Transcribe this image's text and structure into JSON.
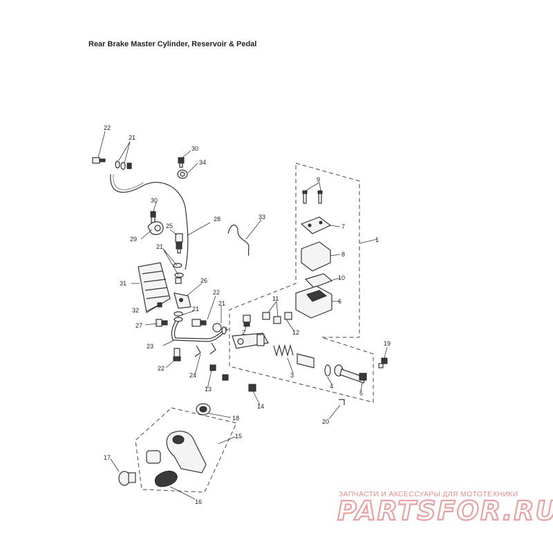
{
  "title": "Rear Brake Master Cylinder, Reservoir & Pedal",
  "callouts": [
    "1",
    "2",
    "3",
    "4",
    "5",
    "6",
    "7",
    "8",
    "9",
    "10",
    "11",
    "12",
    "13",
    "14",
    "15",
    "16",
    "17",
    "18",
    "19",
    "20",
    "21",
    "21",
    "21",
    "21",
    "22",
    "22",
    "22",
    "23",
    "24",
    "25",
    "26",
    "27",
    "28",
    "29",
    "30",
    "30",
    "31",
    "32",
    "33",
    "34"
  ],
  "watermark": {
    "tagline": "ЗАПЧАСТИ И АКСЕССУАРЫ ДЛЯ МОТОТЕХНИКИ",
    "brand": "PARTSFOR.RU"
  }
}
